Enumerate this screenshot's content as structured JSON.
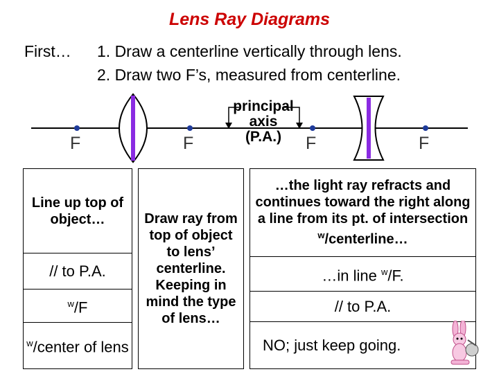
{
  "header": {
    "title": "Lens Ray Diagrams",
    "first_label": "First…",
    "step1": "1. Draw a centerline vertically through lens.",
    "step2": "2. Draw two F’s, measured from centerline."
  },
  "diagram": {
    "focal_label": "F",
    "principal_axis_line1": "principal",
    "principal_axis_line2": "axis",
    "principal_axis_line3": "(P.A.)"
  },
  "left_column": {
    "row1": "Line up top of object…",
    "row2": "// to P.A.",
    "row3_sup": "w",
    "row3_rest": "/F",
    "row4_sup": "w",
    "row4_rest": "/center of lens"
  },
  "middle_column": {
    "text": "Draw ray from top of object to lens’ centerline. Keeping in mind the type of lens…"
  },
  "right_column": {
    "row1_a": "…the light ray refracts and continues toward the right along a line from its pt. of intersection ",
    "row1_sup": "w",
    "row1_b": "/centerline…",
    "row2_a": "…in line ",
    "row2_sup": "w",
    "row2_b": "/F.",
    "row3": "// to P.A.",
    "row4": "NO; just keep going."
  },
  "colors": {
    "title": "#cc0000",
    "lens_centerline": "#8a2be2",
    "focal_dot": "#1f3b9a"
  }
}
